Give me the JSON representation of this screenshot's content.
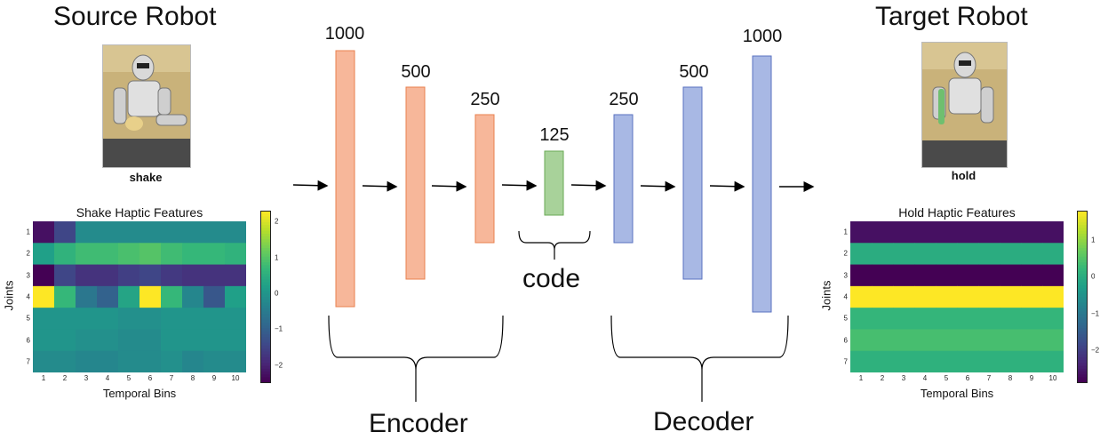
{
  "source": {
    "title": "Source Robot",
    "caption": "shake",
    "heatmap": {
      "title": "Shake Haptic Features",
      "xlabel": "Temporal Bins",
      "ylabel": "Joints",
      "x_ticks": [
        "1",
        "2",
        "3",
        "4",
        "5",
        "6",
        "7",
        "8",
        "9",
        "10"
      ],
      "y_ticks": [
        "1",
        "2",
        "3",
        "4",
        "5",
        "6",
        "7"
      ],
      "colorbar_ticks": [
        "2",
        "1",
        "0",
        "−1",
        "−2"
      ],
      "colorbar_range": [
        -2.5,
        2.3
      ],
      "values": [
        [
          -2.3,
          -1.5,
          -0.2,
          -0.2,
          -0.2,
          -0.2,
          -0.2,
          -0.2,
          -0.2,
          -0.2
        ],
        [
          0.2,
          0.6,
          0.8,
          0.8,
          0.9,
          1.0,
          0.8,
          0.7,
          0.7,
          0.6
        ],
        [
          -2.5,
          -1.5,
          -1.8,
          -1.8,
          -1.6,
          -1.5,
          -1.7,
          -1.8,
          -1.8,
          -1.8
        ],
        [
          2.3,
          0.7,
          -0.6,
          -1.0,
          0.3,
          2.3,
          0.7,
          -0.3,
          -1.2,
          0.2
        ],
        [
          0.0,
          0.0,
          0.0,
          0.0,
          -0.1,
          -0.1,
          0.0,
          0.0,
          0.0,
          0.0
        ],
        [
          0.0,
          0.0,
          -0.1,
          -0.1,
          -0.2,
          -0.2,
          0.0,
          0.0,
          0.0,
          0.0
        ],
        [
          -0.2,
          -0.2,
          -0.3,
          -0.3,
          -0.2,
          -0.2,
          -0.1,
          -0.3,
          -0.2,
          -0.2
        ]
      ]
    }
  },
  "target": {
    "title": "Target Robot",
    "caption": "hold",
    "heatmap": {
      "title": "Hold Haptic Features",
      "xlabel": "Temporal Bins",
      "ylabel": "Joints",
      "x_ticks": [
        "1",
        "2",
        "3",
        "4",
        "5",
        "6",
        "7",
        "8",
        "9",
        "10"
      ],
      "y_ticks": [
        "1",
        "2",
        "3",
        "4",
        "5",
        "6",
        "7"
      ],
      "colorbar_ticks": [
        "1",
        "0",
        "−1",
        "−2"
      ],
      "colorbar_range": [
        -2.9,
        1.8
      ],
      "row_values": [
        -2.7,
        0.0,
        -2.9,
        1.8,
        0.2,
        0.4,
        0.1
      ]
    }
  },
  "encoder": {
    "label": "Encoder",
    "layers": [
      {
        "size": "1000",
        "units": 1000
      },
      {
        "size": "500",
        "units": 500
      },
      {
        "size": "250",
        "units": 250
      }
    ]
  },
  "code": {
    "label": "code",
    "size": "125",
    "units": 125
  },
  "decoder": {
    "label": "Decoder",
    "layers": [
      {
        "size": "250",
        "units": 250
      },
      {
        "size": "500",
        "units": 500
      },
      {
        "size": "1000",
        "units": 1000
      }
    ]
  },
  "colors": {
    "encoder_fill": "#f7b79a",
    "encoder_stroke": "#e8804f",
    "code_fill": "#a8d29a",
    "code_stroke": "#6aaa55",
    "decoder_fill": "#a8b8e4",
    "decoder_stroke": "#5a72c0"
  }
}
